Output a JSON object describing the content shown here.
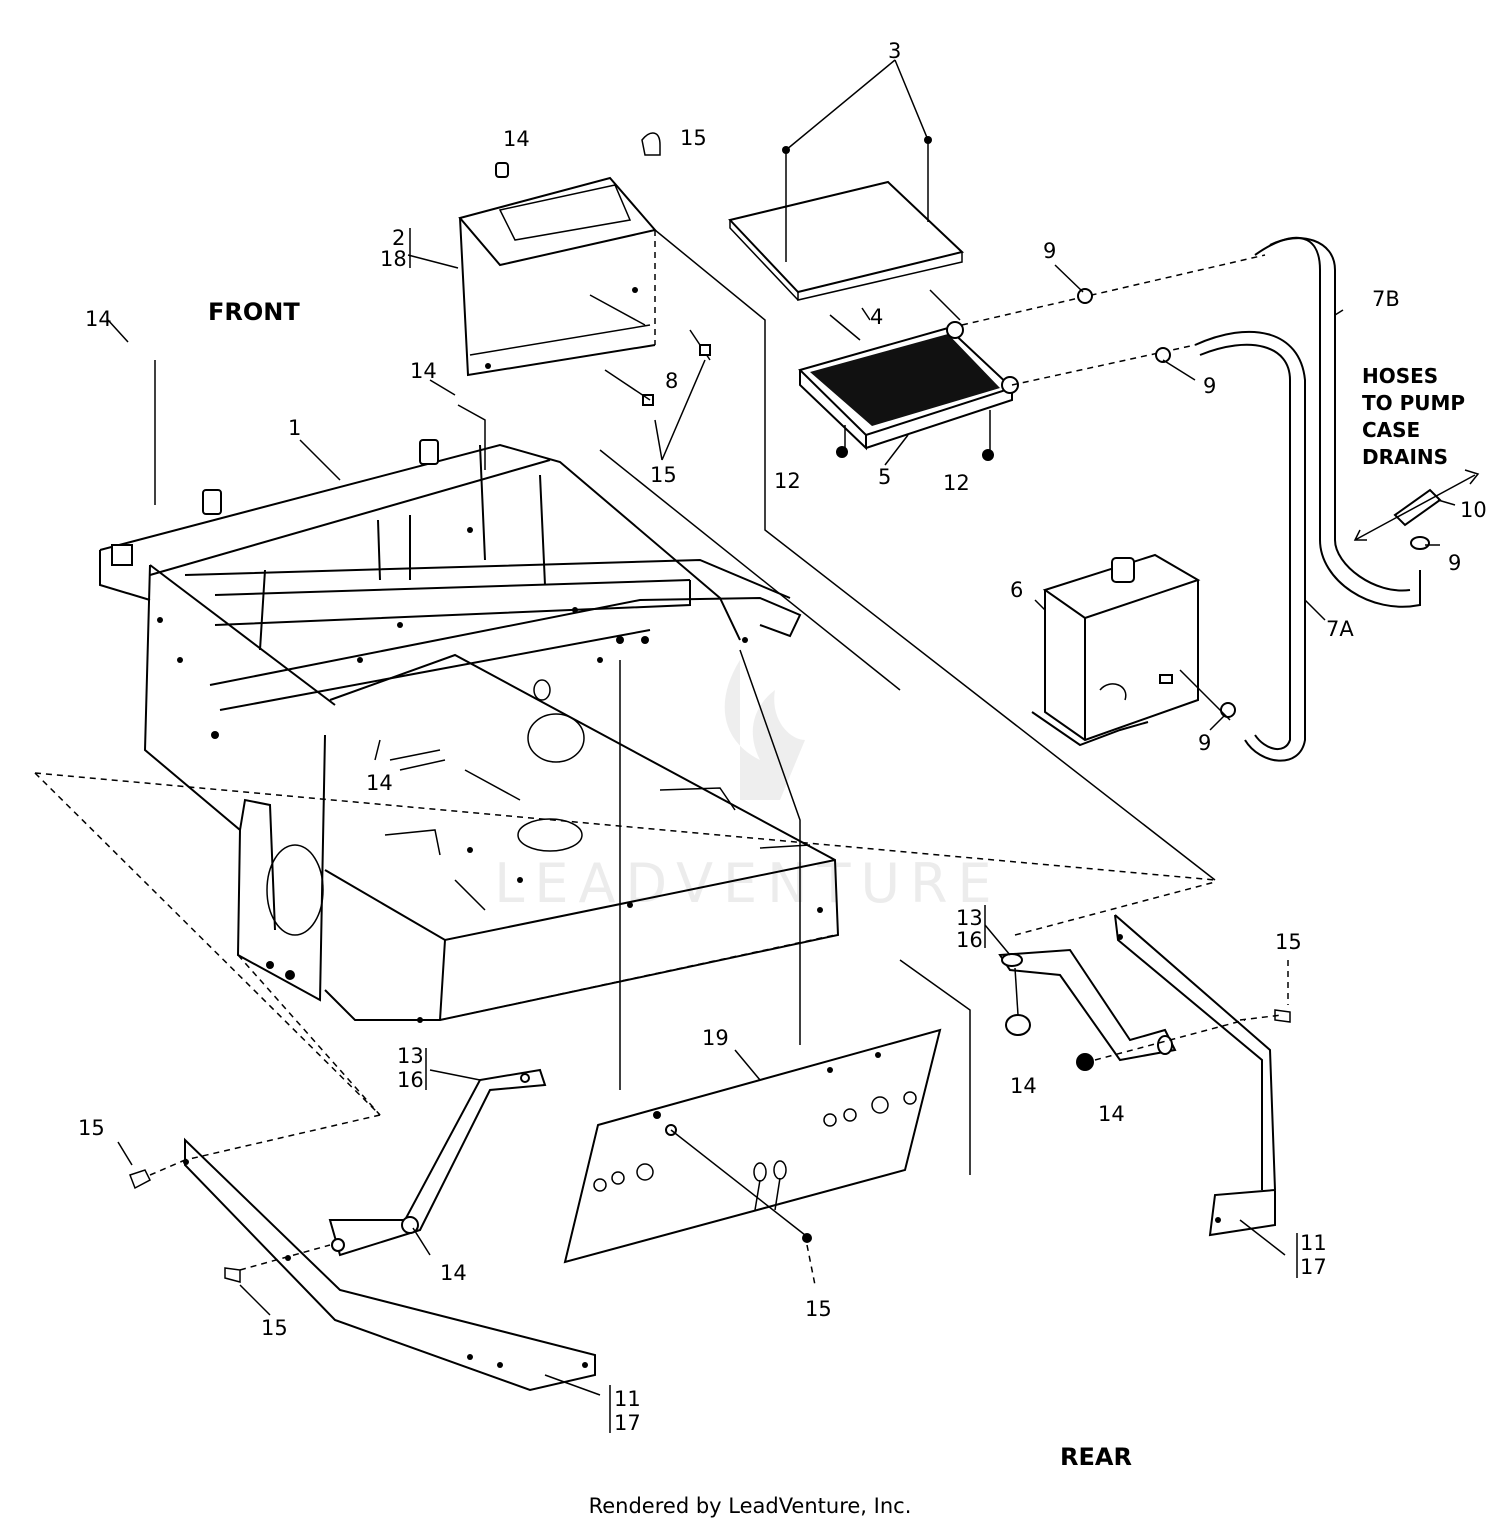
{
  "watermark": "LEADVENTURE",
  "orientation_labels": {
    "front": "FRONT",
    "rear": "REAR"
  },
  "note": {
    "line1": "HOSES",
    "line2": "TO PUMP",
    "line3": "CASE",
    "line4": "DRAINS"
  },
  "callouts": {
    "c3": "3",
    "c14_top": "14",
    "c15_top": "15",
    "c2": "2",
    "c18": "18",
    "c9_a": "9",
    "c7b": "7B",
    "c4": "4",
    "c14_left": "14",
    "c8": "8",
    "c9_b": "9",
    "c14_mid": "14",
    "c1": "1",
    "c15_mid": "15",
    "c12_a": "12",
    "c5": "5",
    "c12_b": "12",
    "c10": "10",
    "c9_c": "9",
    "c6": "6",
    "c7a": "7A",
    "c9_d": "9",
    "c14_frame": "14",
    "c13_r": "13",
    "c16_r": "16",
    "c15_r": "15",
    "c14_r1": "14",
    "c14_r2": "14",
    "c11_r": "11",
    "c17_r": "17",
    "c19": "19",
    "c13_l": "13",
    "c16_l": "16",
    "c15_l1": "15",
    "c14_l": "14",
    "c15_l2": "15",
    "c15_plate": "15",
    "c11_l": "11",
    "c17_l": "17"
  },
  "footer": "Rendered by LeadVenture, Inc."
}
